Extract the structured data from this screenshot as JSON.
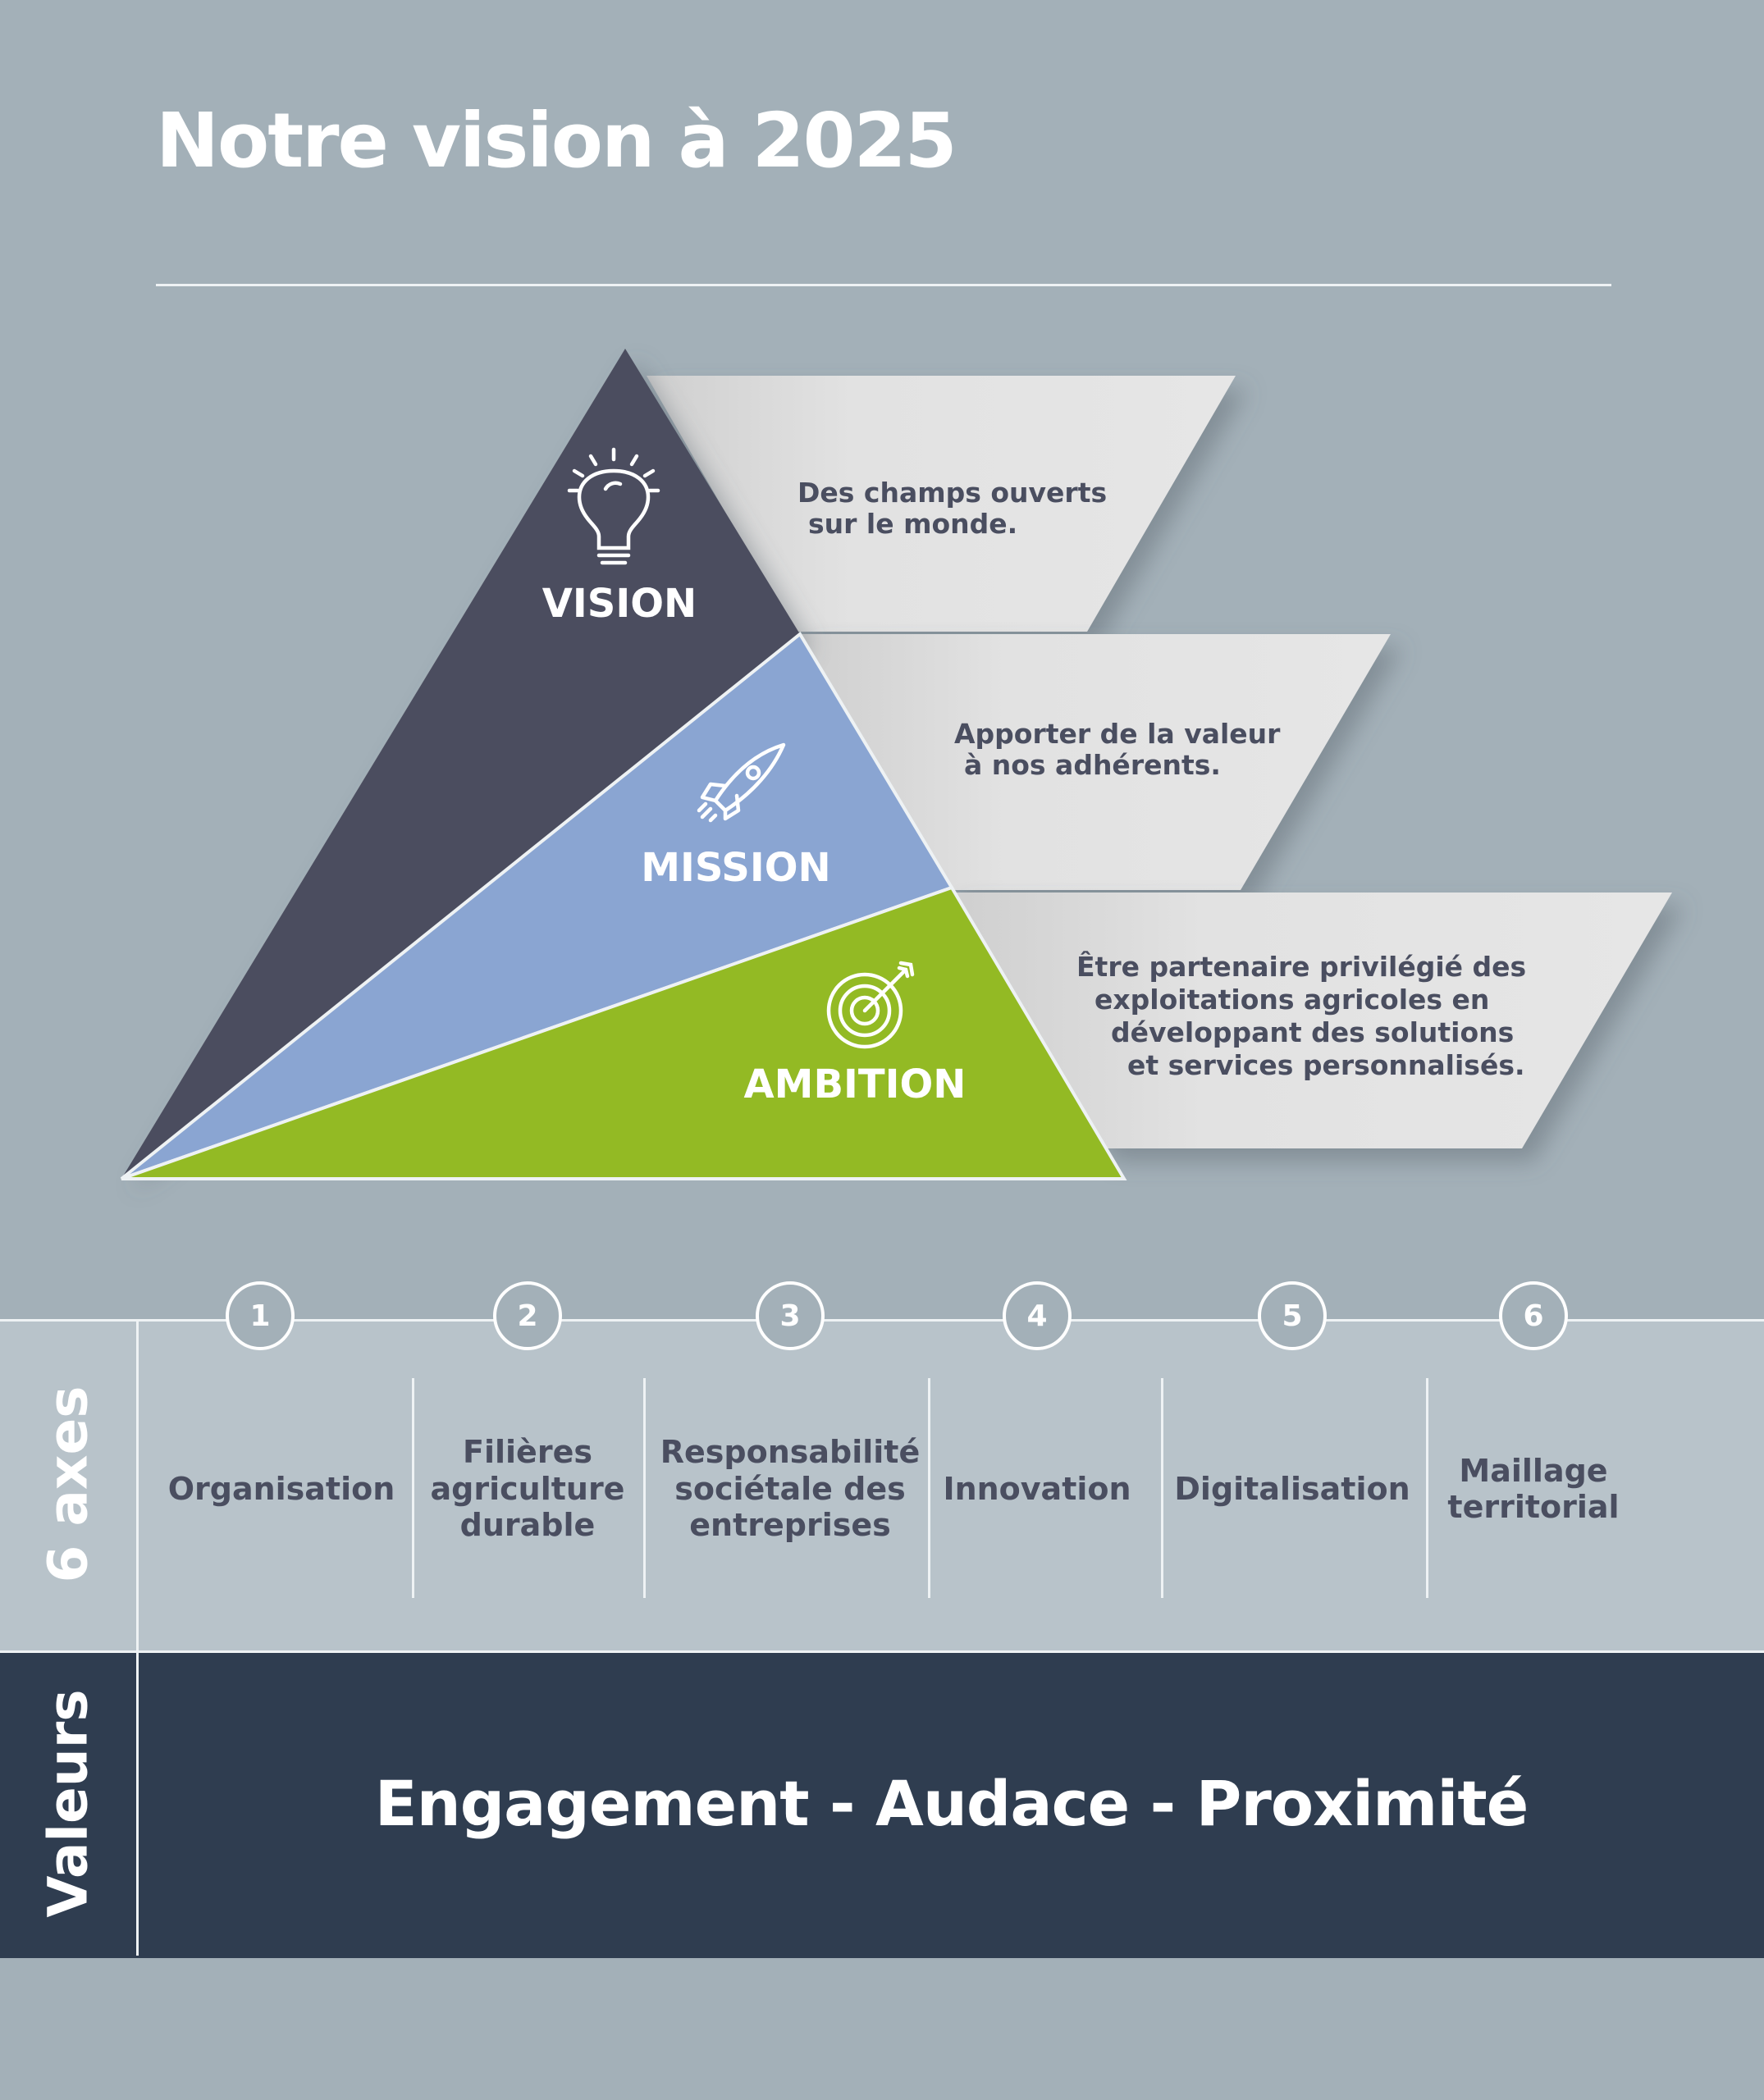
{
  "title": "Notre vision à 2025",
  "pyramid": {
    "tiers": [
      {
        "label": "VISION",
        "icon": "lightbulb-icon",
        "color": "#4b4d5e",
        "text": [
          "Des champs ouverts",
          "sur le monde."
        ]
      },
      {
        "label": "MISSION",
        "icon": "rocket-icon",
        "color": "#8aa5d2",
        "text": [
          "Apporter de la valeur",
          "à nos adhérents."
        ]
      },
      {
        "label": "AMBITION",
        "icon": "target-icon",
        "color": "#93ba24",
        "text": [
          "Être partenaire privilégié des",
          "exploitations agricoles en",
          "développant des solutions",
          "et services personnalisés."
        ]
      }
    ]
  },
  "axes": {
    "side_label": "6 axes",
    "items": [
      {
        "number": "1",
        "label": "Organisation"
      },
      {
        "number": "2",
        "label": "Filières\nagriculture\ndurable"
      },
      {
        "number": "3",
        "label": "Responsabilité\nsociétale des\nentreprises"
      },
      {
        "number": "4",
        "label": "Innovation"
      },
      {
        "number": "5",
        "label": "Digitalisation"
      },
      {
        "number": "6",
        "label": "Maillage\nterritorial"
      }
    ]
  },
  "values": {
    "side_label": "Valeurs",
    "text": "Engagement - Audace - Proximité"
  },
  "colors": {
    "background": "#a3b0b8",
    "axes_band": "#b8c3ca",
    "values_band": "#2f3d50",
    "description_panel": "#dcdcdc",
    "description_text": "#4a4e60"
  }
}
